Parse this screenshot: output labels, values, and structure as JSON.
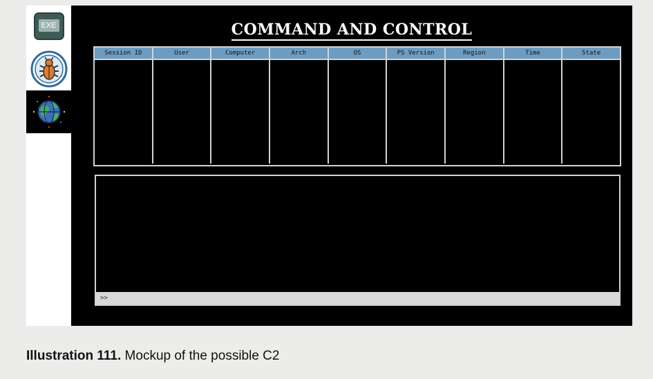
{
  "sidebar": {
    "items": [
      {
        "icon": "exe-icon",
        "label": "EXE"
      },
      {
        "icon": "bug-icon"
      },
      {
        "icon": "globe-icon",
        "active": true
      }
    ]
  },
  "main": {
    "title": "COMMAND AND CONTROL",
    "table": {
      "columns": [
        "Session ID",
        "User",
        "Computer",
        "Arch",
        "OS",
        "PS Version",
        "Region",
        "Time",
        "State"
      ],
      "header_color": "#6e9cc0"
    },
    "console": {
      "prompt": ">>"
    }
  },
  "caption": {
    "label": "Illustration 111.",
    "text": " Mockup of the possible C2"
  }
}
